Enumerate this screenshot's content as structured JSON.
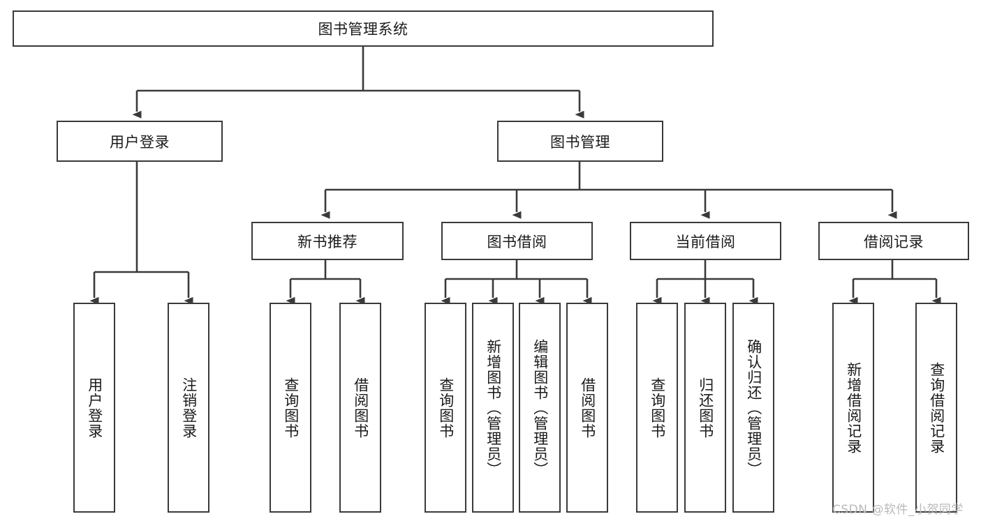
{
  "diagram": {
    "title": "图书管理系统",
    "root": {
      "label": "图书管理系统"
    },
    "level2": [
      {
        "label": "用户登录"
      },
      {
        "label": "图书管理"
      }
    ],
    "level3": [
      {
        "label": "新书推荐"
      },
      {
        "label": "图书借阅"
      },
      {
        "label": "当前借阅"
      },
      {
        "label": "借阅记录"
      }
    ],
    "leaves": [
      {
        "label": "用户登录"
      },
      {
        "label": "注销登录"
      },
      {
        "label": "查询图书"
      },
      {
        "label": "借阅图书"
      },
      {
        "label": "查询图书"
      },
      {
        "label": "新增图书（管理员）"
      },
      {
        "label": "编辑图书（管理员）"
      },
      {
        "label": "借阅图书"
      },
      {
        "label": "查询图书"
      },
      {
        "label": "归还图书"
      },
      {
        "label": "确认归还（管理员）"
      },
      {
        "label": "新增借阅记录"
      },
      {
        "label": "查询借阅记录"
      }
    ]
  },
  "watermark": {
    "text": "CSDN @软件_小贺同学"
  },
  "colors": {
    "stroke": "#3a3a3a",
    "background": "#ffffff",
    "text": "#1a1a1a",
    "watermark": "#b9b9b9"
  }
}
